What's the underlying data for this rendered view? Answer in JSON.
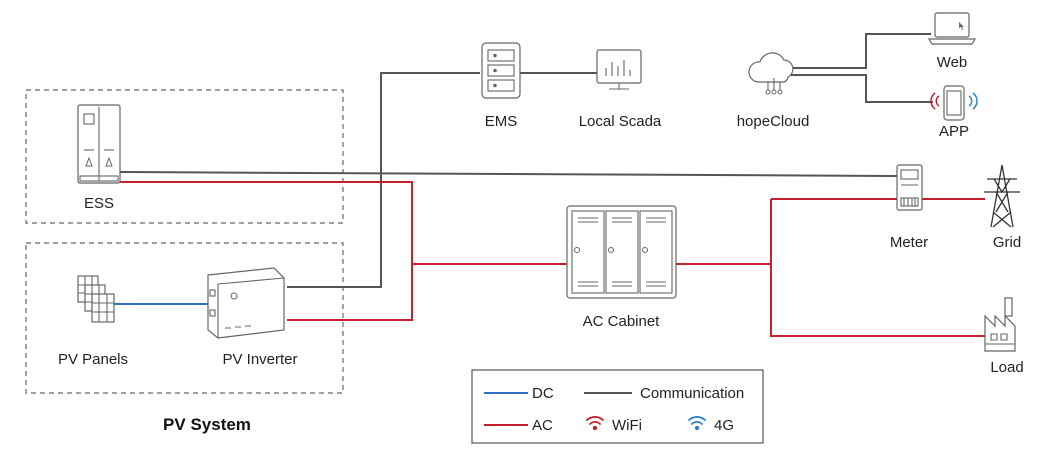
{
  "nodes": {
    "ess": "ESS",
    "pv_panels": "PV Panels",
    "pv_inverter": "PV Inverter",
    "pv_system": "PV System",
    "ems": "EMS",
    "local_scada": "Local Scada",
    "hopecloud": "hopeCloud",
    "web": "Web",
    "app": "APP",
    "ac_cabinet": "AC Cabinet",
    "meter": "Meter",
    "grid": "Grid",
    "load": "Load"
  },
  "legend": {
    "dc": "DC",
    "communication": "Communication",
    "ac": "AC",
    "wifi": "WiFi",
    "fourg": "4G"
  },
  "colors": {
    "dc": "#2f6fc4",
    "ac": "#c8202b",
    "communication": "#555555",
    "wifi": "#c8202b",
    "fourg": "#2f7fd0"
  }
}
